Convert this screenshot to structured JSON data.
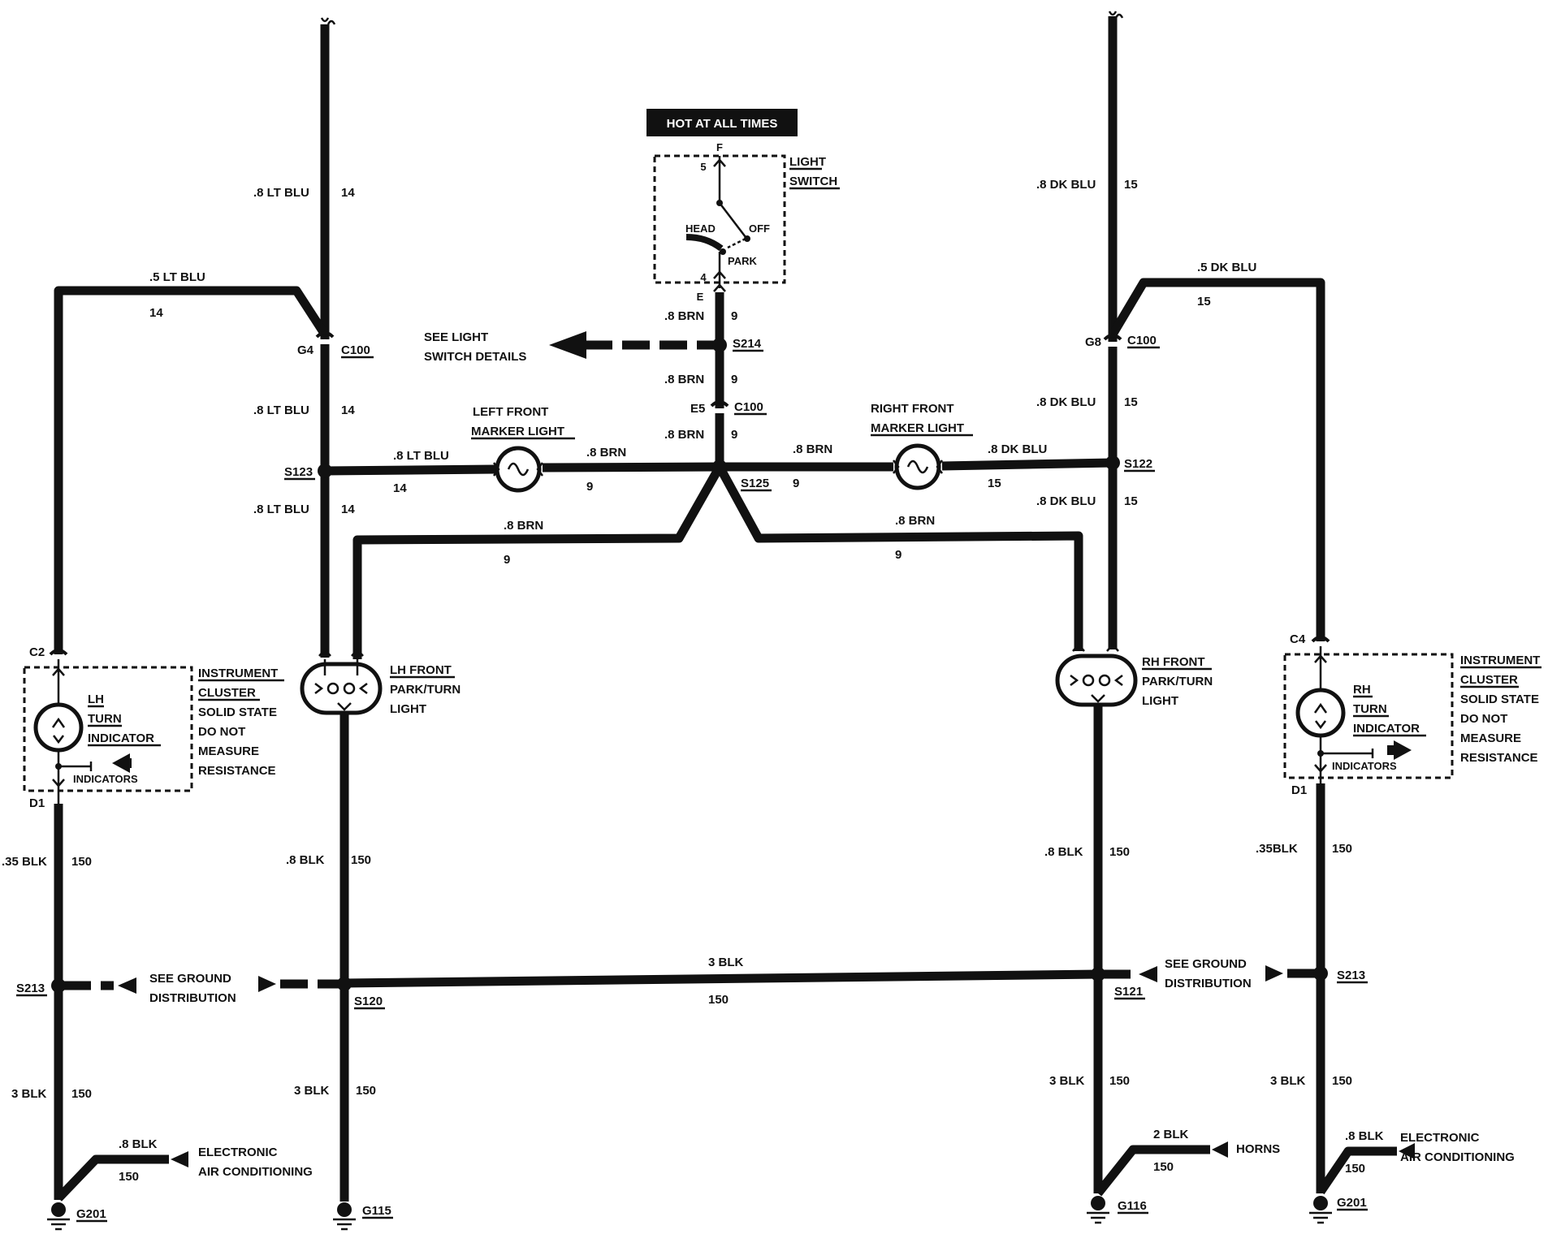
{
  "header": {
    "hot_label": "HOT AT ALL TIMES"
  },
  "light_switch": {
    "title_line1": "LIGHT",
    "title_line2": "SWITCH",
    "pin_f": "F",
    "pin_5": "5",
    "pin_4": "4",
    "pin_e": "E",
    "head": "HEAD",
    "off": "OFF",
    "park": "PARK"
  },
  "see_light_switch": {
    "line1": "SEE LIGHT",
    "line2": "SWITCH DETAILS"
  },
  "left_marker": {
    "line1": "LEFT FRONT",
    "line2": "MARKER LIGHT"
  },
  "right_marker": {
    "line1": "RIGHT FRONT",
    "line2": "MARKER LIGHT"
  },
  "lh_front": {
    "line1": "LH FRONT",
    "line2": "PARK/TURN",
    "line3": "LIGHT"
  },
  "rh_front": {
    "line1": "RH FRONT",
    "line2": "PARK/TURN",
    "line3": "LIGHT"
  },
  "lh_cluster": {
    "title1": "INSTRUMENT",
    "title2": "CLUSTER",
    "note1": "SOLID STATE",
    "note2": "DO NOT",
    "note3": "MEASURE",
    "note4": "RESISTANCE",
    "ind1": "LH",
    "ind2": "TURN",
    "ind3": "INDICATOR",
    "indicators": "INDICATORS",
    "pin_top": "C2",
    "pin_bottom": "D1"
  },
  "rh_cluster": {
    "title1": "INSTRUMENT",
    "title2": "CLUSTER",
    "note1": "SOLID STATE",
    "note2": "DO NOT",
    "note3": "MEASURE",
    "note4": "RESISTANCE",
    "ind1": "RH",
    "ind2": "TURN",
    "ind3": "INDICATOR",
    "indicators": "INDICATORS",
    "pin_top": "C4",
    "pin_bottom": "D1"
  },
  "ground_dist": {
    "line1": "SEE GROUND",
    "line2": "DISTRIBUTION"
  },
  "eac": {
    "line1": "ELECTRONIC",
    "line2": "AIR CONDITIONING"
  },
  "horns": "HORNS",
  "connectors": {
    "c100": "C100",
    "g4": "G4",
    "g8": "G8",
    "e5": "E5",
    "s214": "S214",
    "s123": "S123",
    "s125": "S125",
    "s122": "S122",
    "s213_left": "S213",
    "s213_right": "S213",
    "s120": "S120",
    "s121": "S121",
    "g201_left": "G201",
    "g115": "G115",
    "g116": "G116",
    "g201_right": "G201"
  },
  "wires": {
    "w_ltblu_top": ".8 LT BLU",
    "c_14_top": "14",
    "w_5ltblu": ".5 LT BLU",
    "c_14_5": "14",
    "w_ltblu_mid": ".8 LT BLU",
    "c_14_mid": "14",
    "w_ltblu_s123": ".8 LT BLU",
    "c_14_s123": "14",
    "w_ltblu_low": ".8 LT BLU",
    "c_14_low": "14",
    "w_brn_e": ".8 BRN",
    "c_9_e": "9",
    "w_brn_s214": ".8 BRN",
    "c_9_s214": "9",
    "w_brn_c100": ".8 BRN",
    "c_9_c100": "9",
    "w_brn_lm": ".8 BRN",
    "c_9_lm": "9",
    "w_brn_rm": ".8 BRN",
    "c_9_rm": "9",
    "w_brn_ldiag": ".8 BRN",
    "c_9_ldiag": "9",
    "w_brn_rdiag": ".8 BRN",
    "c_9_rdiag": "9",
    "w_dkblu_top": ".8 DK BLU",
    "c_15_top": "15",
    "w_5dkblu": ".5 DK BLU",
    "c_15_5": "15",
    "w_dkblu_mid": ".8 DK BLU",
    "c_15_mid": "15",
    "w_dkblu_rm": ".8 DK BLU",
    "c_15_rm": "15",
    "w_dkblu_low": ".8 DK BLU",
    "c_15_low": "15",
    "w_35blk_l": ".35 BLK",
    "c_150_35l": "150",
    "w_8blk_lh": ".8 BLK",
    "c_150_lh": "150",
    "w_8blk_rh": ".8 BLK",
    "c_150_rh": "150",
    "w_35blk_r": ".35BLK",
    "c_150_35r": "150",
    "w_3blk_bus": "3 BLK",
    "c_150_bus": "150",
    "w_3blk_l": "3 BLK",
    "c_150_3l": "150",
    "w_3blk_lh": "3 BLK",
    "c_150_3lh": "150",
    "w_3blk_rh": "3 BLK",
    "c_150_3rh": "150",
    "w_3blk_r": "3 BLK",
    "c_150_3r": "150",
    "w_8blk_eac_l": ".8 BLK",
    "c_150_eac_l": "150",
    "w_2blk": "2 BLK",
    "c_150_2blk": "150",
    "w_8blk_eac_r": ".8 BLK",
    "c_150_eac_r": "150"
  }
}
